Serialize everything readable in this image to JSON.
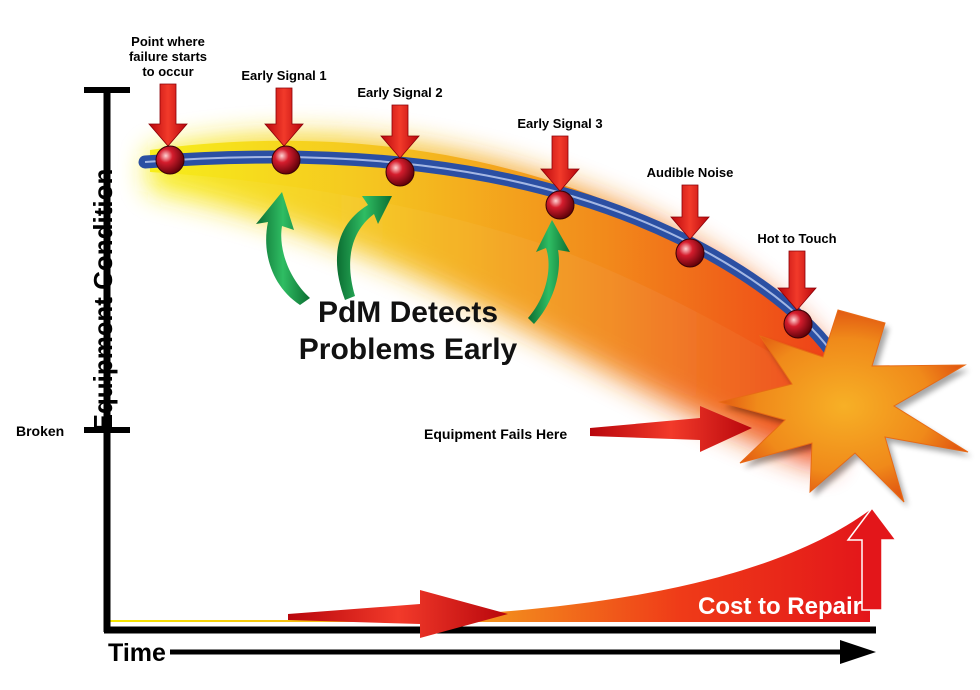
{
  "axes": {
    "y_label": "Equipment Condition",
    "x_label": "Time",
    "broken_label": "Broken"
  },
  "events": [
    {
      "label_lines": [
        "Point where",
        "failure starts",
        "to occur"
      ]
    },
    {
      "label_lines": [
        "Early Signal 1"
      ]
    },
    {
      "label_lines": [
        "Early Signal 2"
      ]
    },
    {
      "label_lines": [
        "Early Signal 3"
      ]
    },
    {
      "label_lines": [
        "Audible Noise"
      ]
    },
    {
      "label_lines": [
        "Hot to Touch"
      ]
    }
  ],
  "pdm_message": [
    "PdM Detects",
    "Problems Early"
  ],
  "failure_label": "Equipment Fails Here",
  "cost_label": "Cost to Repair",
  "colors": {
    "curve": "#2b4fa3",
    "arrow_red": "#e11a1a",
    "arrow_green": "#1e9a4a",
    "glow_yellow": "#f3e300",
    "glow_orange": "#f28a1b",
    "burst_orange": "#f6a21c",
    "marker": "#c8102e"
  }
}
